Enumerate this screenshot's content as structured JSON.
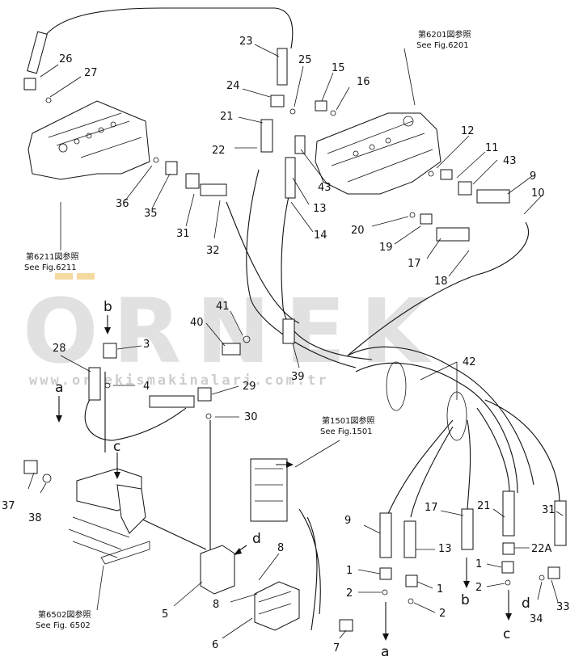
{
  "watermark": {
    "brand": "ORNEK",
    "url": "www.ornekismakinalari.com.tr",
    "accent": "#f0c060"
  },
  "refs": {
    "fig6201_jp": "第6201図参照",
    "fig6201_en": "See Fig.6201",
    "fig6211_jp": "第6211図参照",
    "fig6211_en": "See Fig.6211",
    "fig1501_jp": "第1501図参照",
    "fig1501_en": "See Fig.1501",
    "fig6502_jp": "第6502図参照",
    "fig6502_en": "See Fig. 6502"
  },
  "callouts": [
    "23",
    "26",
    "27",
    "25",
    "15",
    "16",
    "24",
    "21",
    "22",
    "43",
    "13",
    "14",
    "12",
    "11",
    "43",
    "9",
    "10",
    "36",
    "35",
    "31",
    "32",
    "20",
    "19",
    "17",
    "18",
    "41",
    "40",
    "3",
    "4",
    "28",
    "29",
    "30",
    "39",
    "42",
    "37",
    "38",
    "5",
    "8",
    "8",
    "6",
    "7",
    "9",
    "17",
    "13",
    "21",
    "22A",
    "31",
    "1",
    "1",
    "1",
    "2",
    "2",
    "2",
    "33",
    "34"
  ],
  "letters": [
    "b",
    "a",
    "c",
    "d",
    "b",
    "d",
    "c",
    "a"
  ]
}
